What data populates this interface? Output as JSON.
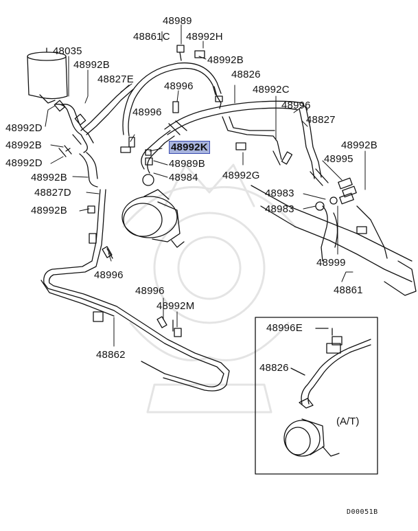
{
  "diagram": {
    "parts": [
      {
        "id": "48989",
        "label": "48989"
      },
      {
        "id": "48861C",
        "label": "48861C"
      },
      {
        "id": "48992H",
        "label": "48992H"
      },
      {
        "id": "48035",
        "label": "48035"
      },
      {
        "id": "48992B_a",
        "label": "48992B"
      },
      {
        "id": "48992B_b",
        "label": "48992B"
      },
      {
        "id": "48827E",
        "label": "48827E"
      },
      {
        "id": "48996_a",
        "label": "48996"
      },
      {
        "id": "48826",
        "label": "48826"
      },
      {
        "id": "48992C",
        "label": "48992C"
      },
      {
        "id": "48996_b",
        "label": "48996"
      },
      {
        "id": "48996_c",
        "label": "48996"
      },
      {
        "id": "48827",
        "label": "48827"
      },
      {
        "id": "48992D_a",
        "label": "48992D"
      },
      {
        "id": "48992B_c",
        "label": "48992B"
      },
      {
        "id": "48992K",
        "label": "48992K",
        "highlighted": true
      },
      {
        "id": "48992B_d",
        "label": "48992B"
      },
      {
        "id": "48992D_b",
        "label": "48992D"
      },
      {
        "id": "48989B",
        "label": "48989B"
      },
      {
        "id": "48995",
        "label": "48995"
      },
      {
        "id": "48992B_e",
        "label": "48992B"
      },
      {
        "id": "48984",
        "label": "48984"
      },
      {
        "id": "48992G",
        "label": "48992G"
      },
      {
        "id": "48827D",
        "label": "48827D"
      },
      {
        "id": "48983_a",
        "label": "48983"
      },
      {
        "id": "48983_b",
        "label": "48983"
      },
      {
        "id": "48992B_f",
        "label": "48992B"
      },
      {
        "id": "48999",
        "label": "48999"
      },
      {
        "id": "48996_d",
        "label": "48996"
      },
      {
        "id": "48861",
        "label": "48861"
      },
      {
        "id": "48996_e",
        "label": "48996"
      },
      {
        "id": "48992M",
        "label": "48992M"
      },
      {
        "id": "48996E",
        "label": "48996E"
      },
      {
        "id": "48862",
        "label": "48862"
      },
      {
        "id": "48826_inset",
        "label": "48826"
      }
    ],
    "inset_label": "(A/T)",
    "diagram_code": "D00051B"
  },
  "colors": {
    "highlight_fill": "#a8b4de",
    "highlight_border": "#3a4bb0",
    "line": "#111111",
    "watermark": "#e6e6e6"
  }
}
